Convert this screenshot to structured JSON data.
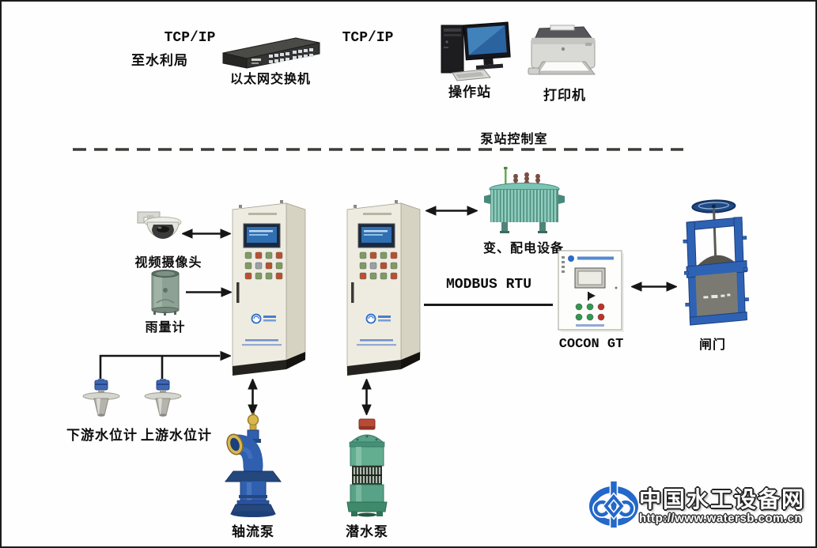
{
  "header": {
    "tcpip_left": "TCP/IP",
    "to_water_authority": "至水利局",
    "ethernet_switch_label": "以太网交换机",
    "tcpip_right": "TCP/IP",
    "operator_station_label": "操作站",
    "printer_label": "打印机"
  },
  "divider": {
    "control_room_label": "泵站控制室"
  },
  "left_devices": {
    "video_camera_label": "视频摄像头",
    "rain_gauge_label": "雨量计",
    "downstream_gauge_label": "下游水位计",
    "upstream_gauge_label": "上游水位计"
  },
  "right_devices": {
    "power_equipment_label": "变、配电设备",
    "modbus_label": "MODBUS RTU",
    "gate_controller_label": "COCON GT",
    "gate_label": "闸门"
  },
  "pumps": {
    "axial_pump_label": "轴流泵",
    "submersible_pump_label": "潜水泵"
  },
  "watermark": {
    "site_name": "中国水工设备网",
    "site_url": "http://www.watersb.com.cn"
  },
  "colors": {
    "gate_blue": "#2e62b4",
    "pump_blue": "#2f5fae",
    "pump_green": "#58a287",
    "transformer_teal": "#7cc4b4",
    "cabinet_beige": "#eeece1",
    "logo_blue": "#2468c8",
    "line_black": "#161616"
  }
}
